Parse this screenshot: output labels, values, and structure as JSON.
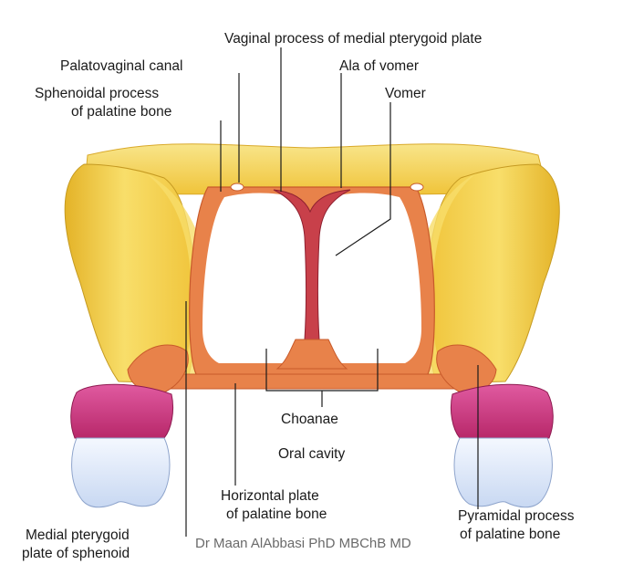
{
  "labels": {
    "vaginal_process": "Vaginal process of medial pterygoid plate",
    "palatovaginal_canal": "Palatovaginal canal",
    "ala_of_vomer": "Ala of vomer",
    "sphenoidal_process_line1": "Sphenoidal process",
    "sphenoidal_process_line2": "of palatine bone",
    "vomer": "Vomer",
    "choanae": "Choanae",
    "oral_cavity": "Oral cavity",
    "horizontal_plate_line1": "Horizontal plate",
    "horizontal_plate_line2": "of palatine bone",
    "medial_pterygoid_line1": "Medial pterygoid",
    "medial_pterygoid_line2": "plate of sphenoid",
    "pyramidal_process_line1": "Pyramidal process",
    "pyramidal_process_line2": "of palatine bone"
  },
  "credit": "Dr Maan AlAbbasi PhD MBChB MD",
  "colors": {
    "bone_yellow": "#f2c52e",
    "bone_light": "#f8e27a",
    "bone_shadow": "#c9a225",
    "orange": "#e8824a",
    "orange_dark": "#c85a2a",
    "vomer_red": "#c8404a",
    "gum_pink": "#c8307a",
    "tooth_blue": "#dde8f8"
  }
}
